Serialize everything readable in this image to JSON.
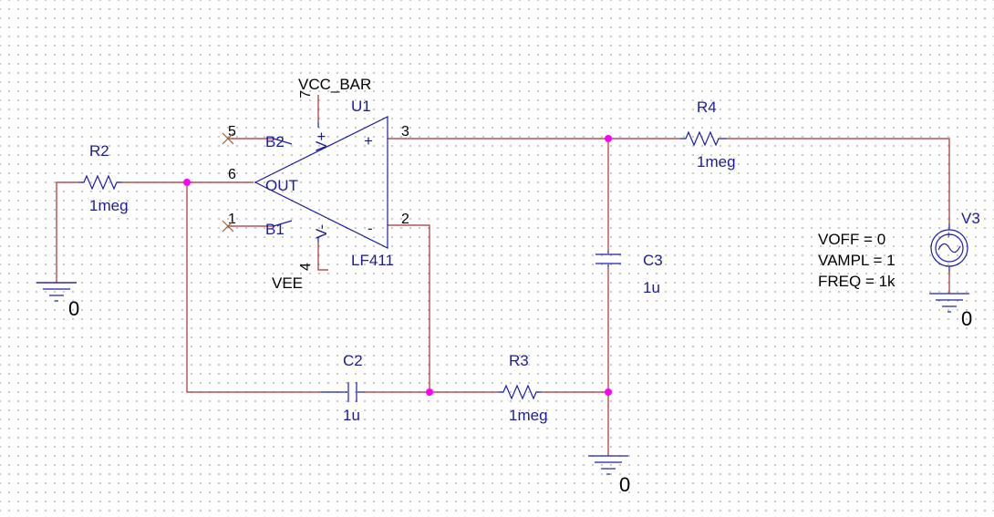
{
  "opamp": {
    "ref": "U1",
    "model": "LF411",
    "pins": {
      "b2": "5",
      "out": "6",
      "b1": "1",
      "plus": "3",
      "minus": "2",
      "vpos": "7",
      "vneg": "4"
    },
    "labels": {
      "b2": "B2",
      "out": "OUT",
      "b1": "B1",
      "plus": "+",
      "minus": "-",
      "vpos": "V+",
      "vneg": "V-"
    }
  },
  "supplies": {
    "vcc": "VCC_BAR",
    "vee": "VEE"
  },
  "resistors": [
    {
      "ref": "R2",
      "value": "1meg"
    },
    {
      "ref": "R4",
      "value": "1meg"
    },
    {
      "ref": "R3",
      "value": "1meg"
    }
  ],
  "capacitors": [
    {
      "ref": "C3",
      "value": "1u"
    },
    {
      "ref": "C2",
      "value": "1u"
    }
  ],
  "source": {
    "ref": "V3",
    "params": [
      "VOFF = 0",
      "VAMPL = 1",
      "FREQ = 1k"
    ]
  },
  "grounds": [
    {
      "label": "0"
    },
    {
      "label": "0"
    },
    {
      "label": "0"
    }
  ],
  "colors": {
    "wire": "#a83030",
    "part": "#1c1cb0",
    "node": "#ff00ff",
    "grid": "#b8b8b8"
  }
}
